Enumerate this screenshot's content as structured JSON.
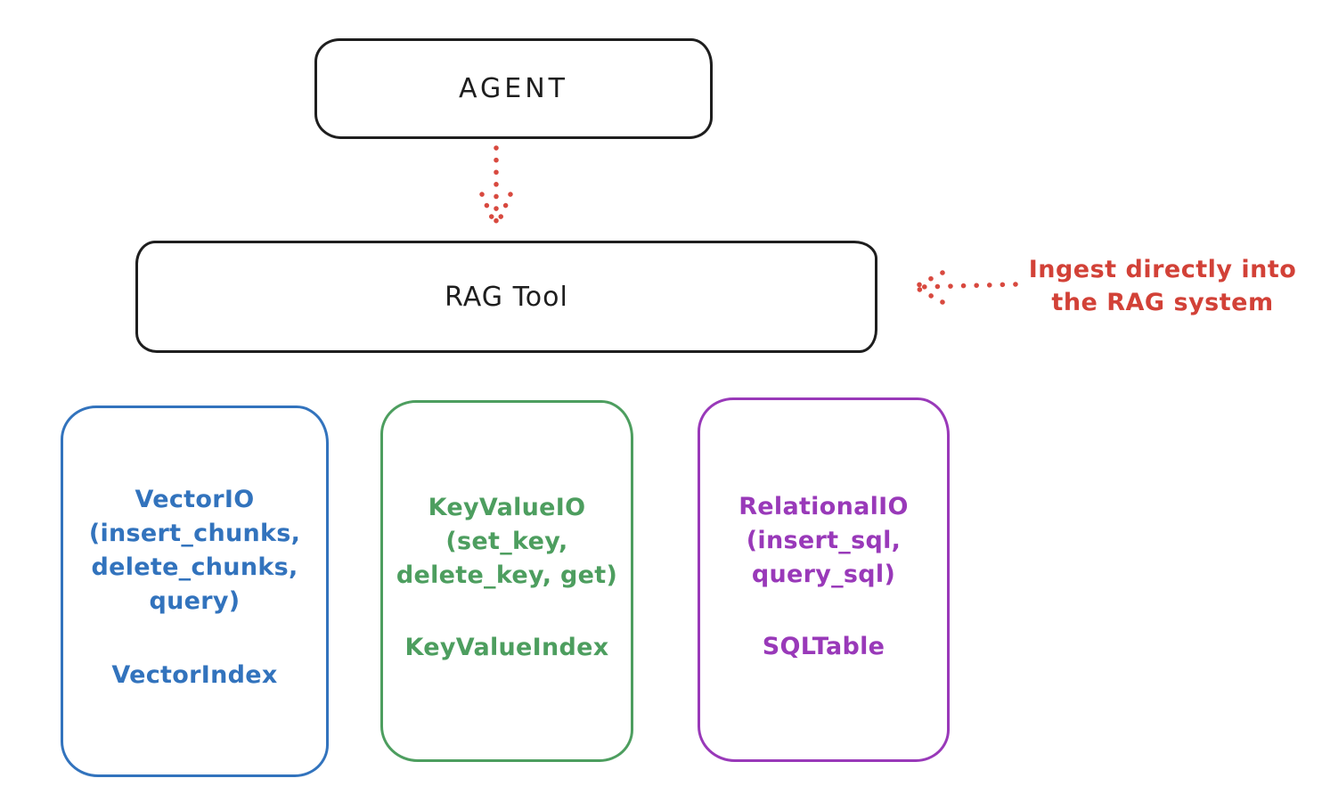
{
  "diagram": {
    "agent": {
      "label": "AGENT"
    },
    "rag_tool": {
      "label": "RAG Tool"
    },
    "annotation": {
      "line1": "Ingest directly into",
      "line2": "the RAG system"
    },
    "backends": [
      {
        "color": "#3273bd",
        "lines": [
          "VectorIO",
          "(insert_chunks,",
          "delete_chunks,",
          "query)"
        ],
        "index_label": "VectorIndex"
      },
      {
        "color": "#4d9e5f",
        "lines": [
          "KeyValueIO",
          "(set_key,",
          "delete_key, get)"
        ],
        "index_label": "KeyValueIndex"
      },
      {
        "color": "#9939b9",
        "lines": [
          "RelationalIO",
          "(insert_sql,",
          "query_sql)"
        ],
        "index_label": "SQLTable"
      }
    ],
    "colors": {
      "stroke_black": "#1e1e1e",
      "accent_red": "#d24137",
      "vector_blue": "#3273bd",
      "keyvalue_green": "#4d9e5f",
      "relational_purple": "#9939b9"
    }
  }
}
